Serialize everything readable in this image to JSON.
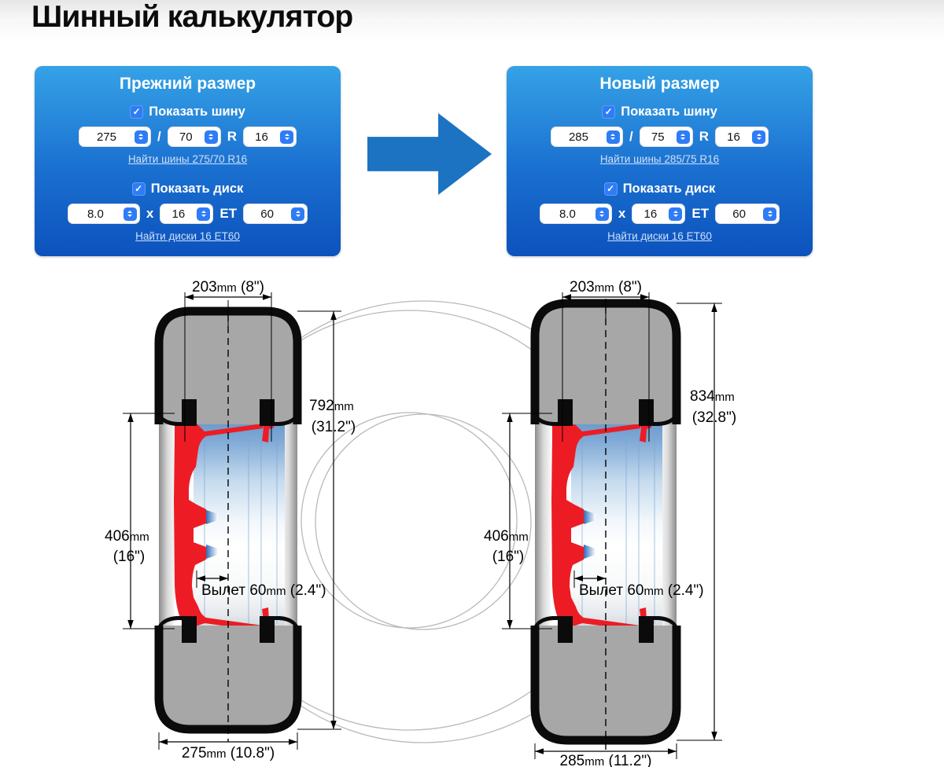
{
  "page": {
    "title": "Шинный калькулятор"
  },
  "icons": {
    "check": "✓"
  },
  "labels": {
    "slash": "/",
    "r": "R",
    "x": "x",
    "et": "ET"
  },
  "colors": {
    "accent_blue": "#1b73c2",
    "panel_top": "#35a2e6",
    "panel_bottom": "#0c52bd",
    "rim_red": "#ed1c24",
    "tire_gray": "#a7a7a7",
    "link": "#cfe0f8",
    "stepper_blue": "#2e7cf6"
  },
  "panel_old": {
    "title": "Прежний размер",
    "show_tire": "Показать шину",
    "tire_w": "275",
    "tire_p": "70",
    "tire_d": "16",
    "tire_link": "Найти шины 275/70 R16",
    "show_disk": "Показать диск",
    "disk_w": "8.0",
    "disk_d": "16",
    "disk_et": "60",
    "disk_link": "Найти диски 16 ET60"
  },
  "panel_new": {
    "title": "Новый размер",
    "show_tire": "Показать шину",
    "tire_w": "285",
    "tire_p": "75",
    "tire_d": "16",
    "tire_link": "Найти шины 285/75 R16",
    "show_disk": "Показать диск",
    "disk_w": "8.0",
    "disk_d": "16",
    "disk_et": "60",
    "disk_link": "Найти диски 16 ET60"
  },
  "diagrams": {
    "old": {
      "rim_width": {
        "v": "203",
        "u": "mm",
        "in": " (8\")"
      },
      "od": {
        "v": "792",
        "u": "mm",
        "in": "(31.2\")"
      },
      "rim_d": {
        "v": "406",
        "u": "mm",
        "in": "(16\")"
      },
      "offset": {
        "t": "Вылет 60",
        "u": "mm",
        "in": " (2.4\")"
      },
      "tire_w": {
        "v": "275",
        "u": "mm",
        "in": " (10.8\")"
      }
    },
    "new": {
      "rim_width": {
        "v": "203",
        "u": "mm",
        "in": " (8\")"
      },
      "od": {
        "v": "834",
        "u": "mm",
        "in": "(32.8\")"
      },
      "rim_d": {
        "v": "406",
        "u": "mm",
        "in": "(16\")"
      },
      "offset": {
        "t": "Вылет 60",
        "u": "mm",
        "in": " (2.4\")"
      },
      "tire_w": {
        "v": "285",
        "u": "mm",
        "in": " (11.2\")"
      }
    }
  }
}
